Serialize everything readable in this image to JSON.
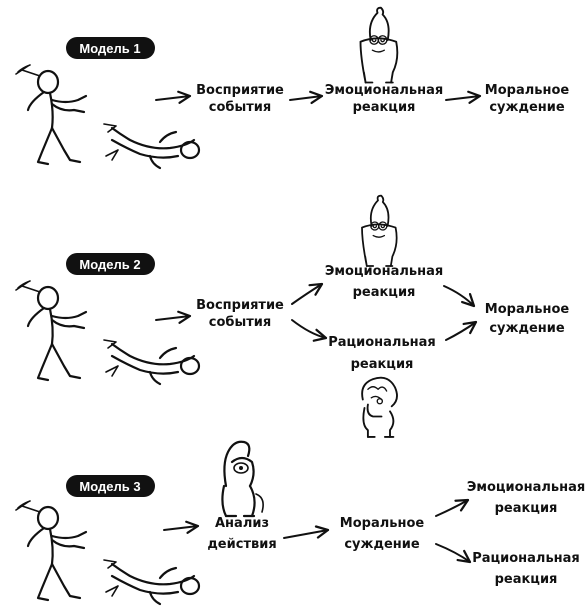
{
  "models": [
    {
      "badge": "Модель 1",
      "nodes": {
        "perception": [
          "Восприятие",
          "события"
        ],
        "emotional": [
          "Эмоциональная",
          "реакция"
        ],
        "moral": [
          "Моральное",
          "суждение"
        ]
      }
    },
    {
      "badge": "Модель 2",
      "nodes": {
        "perception": [
          "Восприятие",
          "события"
        ],
        "emotional": [
          "Эмоциональная",
          "реакция"
        ],
        "rational": [
          "Рациональная",
          "реакция"
        ],
        "moral": [
          "Моральное",
          "суждение"
        ]
      }
    },
    {
      "badge": "Модель 3",
      "nodes": {
        "analysis": [
          "Анализ",
          "действия"
        ],
        "moral": [
          "Моральное",
          "суждение"
        ],
        "emotional": [
          "Эмоциональная",
          "реакция"
        ],
        "rational": [
          "Рациональная",
          "реакция"
        ]
      }
    }
  ],
  "icons": {
    "scene": "stick-figure-pushing-fallen-figure-icon",
    "emotional_creature": "emotional-creature-icon",
    "rational_creature": "thinking-creature-icon",
    "analysis_creature": "analyzing-creature-icon"
  },
  "colors": {
    "ink": "#111111",
    "badge": "#111111",
    "badge_text": "#ffffff",
    "background": "#ffffff"
  }
}
